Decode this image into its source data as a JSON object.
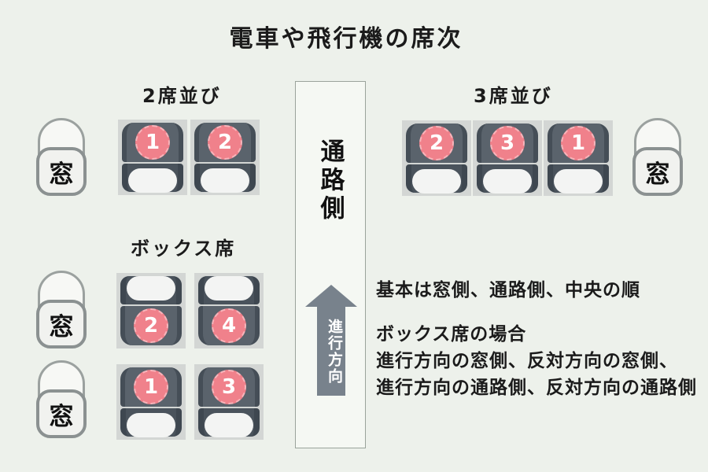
{
  "title": "電車や飛行機の席次",
  "aisle": {
    "label": "通路側",
    "arrow_label": "進行方向"
  },
  "sections": {
    "two_seats": {
      "label": "2席並び",
      "window_label": "窓",
      "seats": [
        "1",
        "2"
      ]
    },
    "three_seats": {
      "label": "3席並び",
      "window_label": "窓",
      "seats": [
        "2",
        "3",
        "1"
      ]
    },
    "box_seats": {
      "label": "ボックス席",
      "window_label": "窓",
      "rear_facing_row": [
        "2",
        "4"
      ],
      "forward_facing_row": [
        "1",
        "3"
      ]
    }
  },
  "notes": {
    "basic": "基本は窓側、通路側、中央の順",
    "box_case": [
      "ボックス席の場合",
      "進行方向の窓側、反対方向の窓側、",
      "進行方向の通路側、反対方向の通路側"
    ]
  },
  "colors": {
    "background": "#edf1eb",
    "seat_gray": "#5a636c",
    "seat_dark_gray": "#454e57",
    "tile_gray": "#d3d6d4",
    "number_pink": "#f0818b",
    "arrow_gray": "#78828c",
    "text": "#1b1b1b"
  }
}
